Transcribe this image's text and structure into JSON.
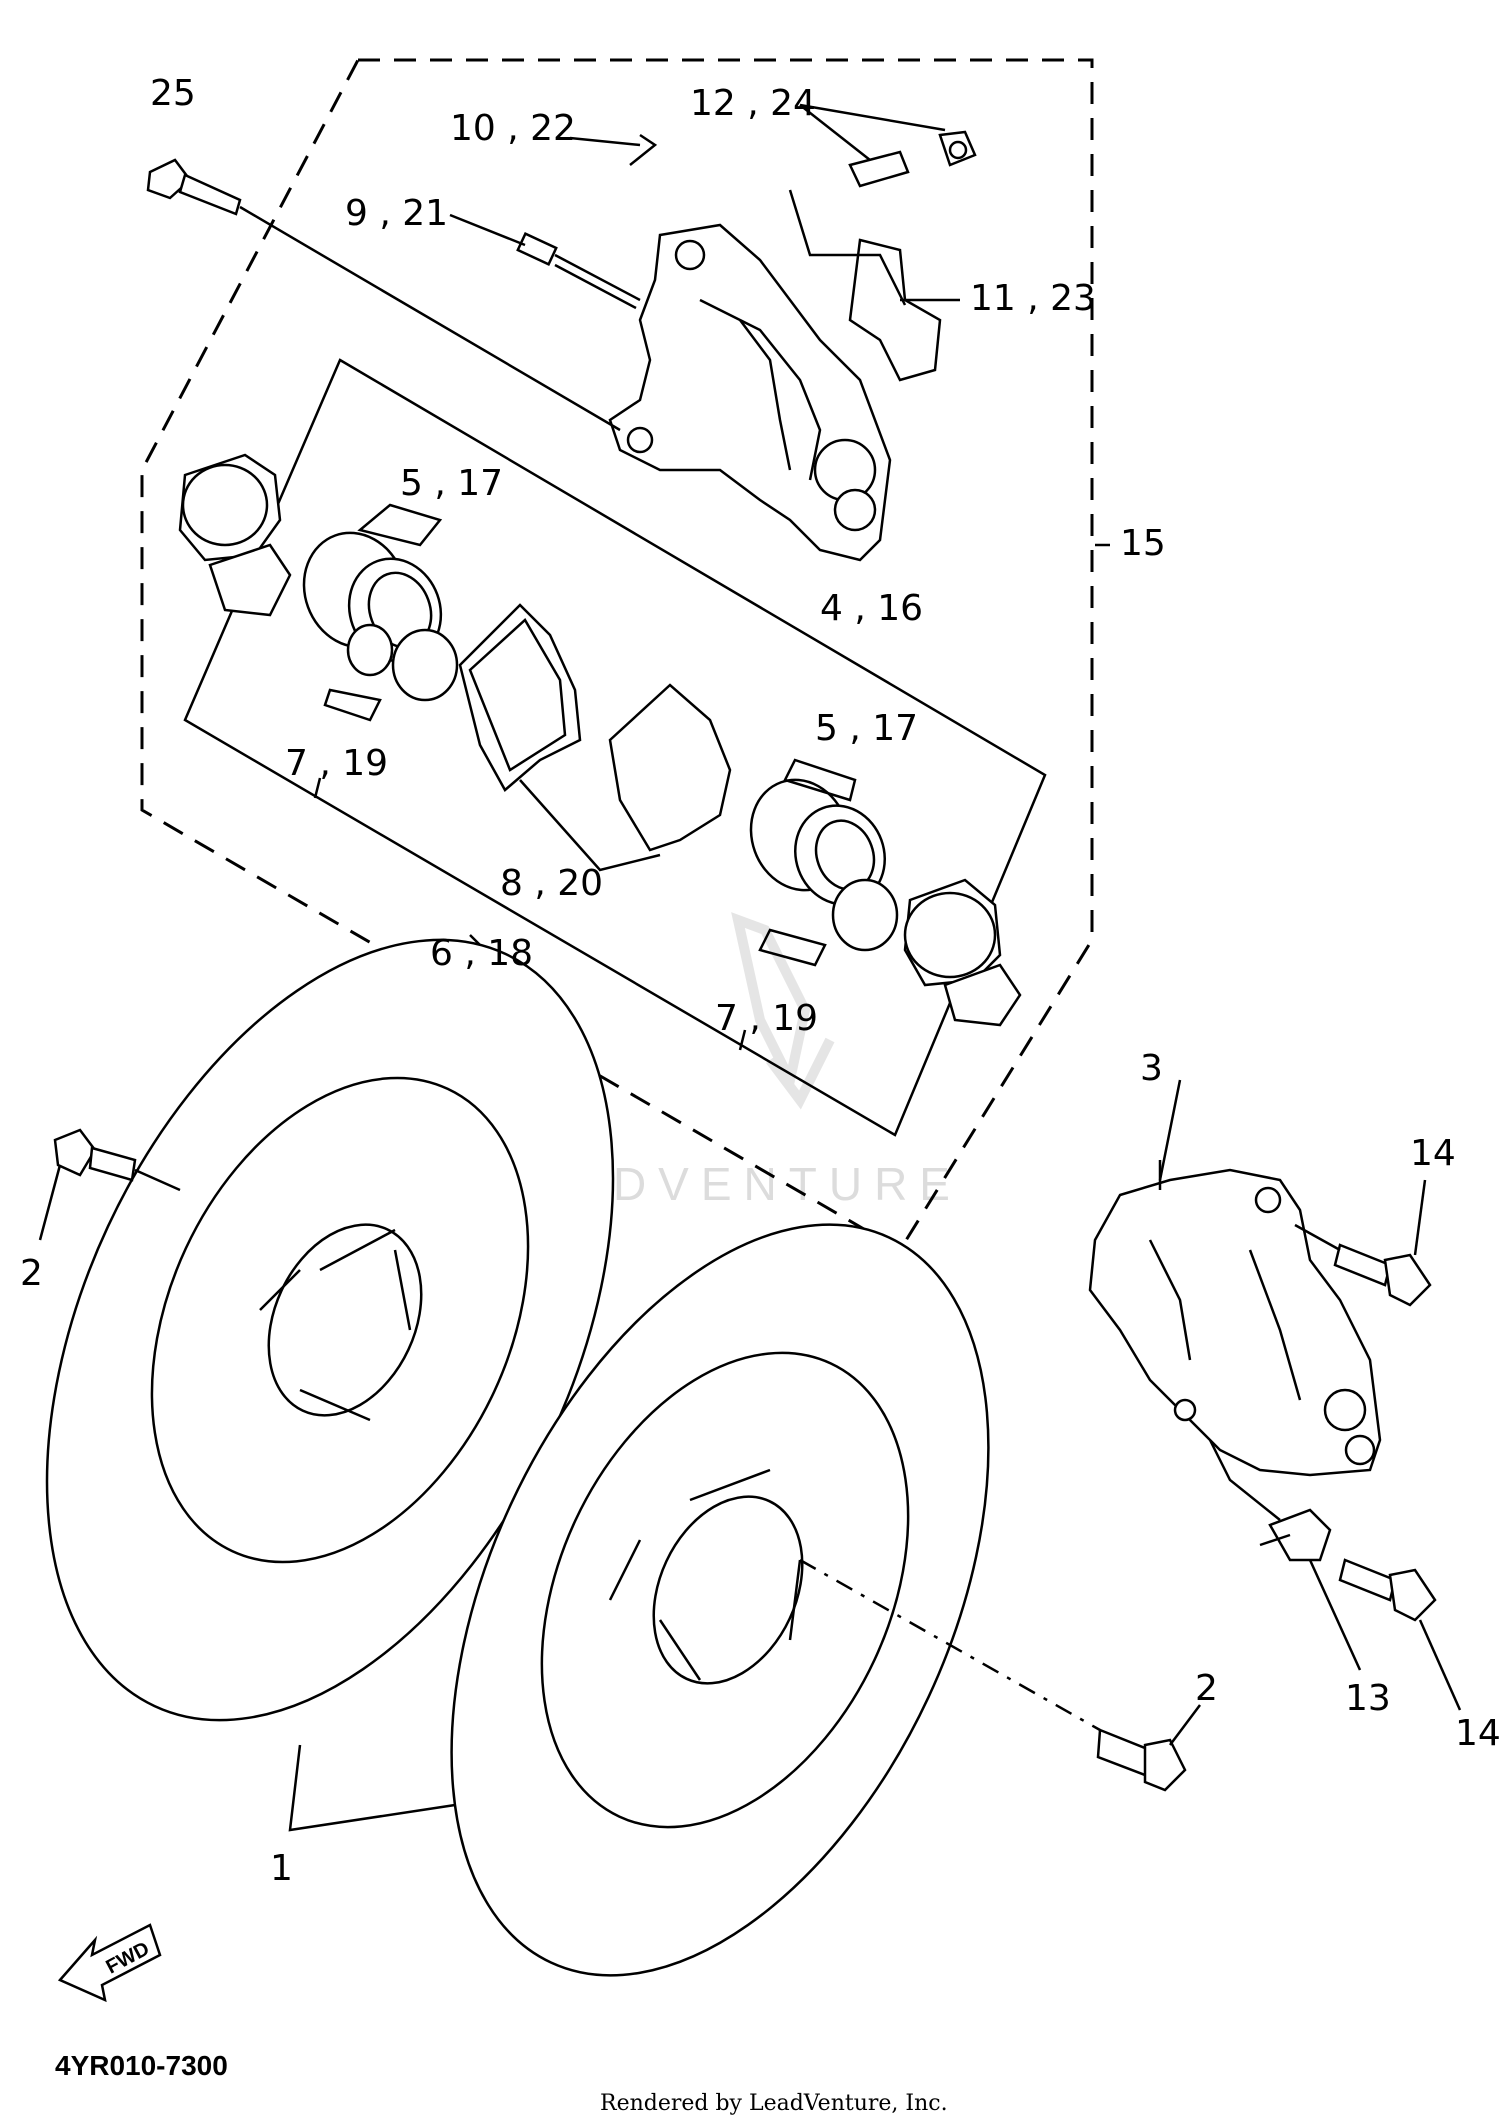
{
  "callouts": [
    {
      "id": "c25",
      "text": "25"
    },
    {
      "id": "c1022",
      "text": "10 , 22"
    },
    {
      "id": "c1224",
      "text": "12 , 24"
    },
    {
      "id": "c921",
      "text": "9 , 21"
    },
    {
      "id": "c1123",
      "text": "11 , 23"
    },
    {
      "id": "c517a",
      "text": "5 , 17"
    },
    {
      "id": "c15",
      "text": "15"
    },
    {
      "id": "c416",
      "text": "4 , 16"
    },
    {
      "id": "c517b",
      "text": "5 , 17"
    },
    {
      "id": "c719a",
      "text": "7 , 19"
    },
    {
      "id": "c820",
      "text": "8 , 20"
    },
    {
      "id": "c618",
      "text": "6 , 18"
    },
    {
      "id": "c719b",
      "text": "7 , 19"
    },
    {
      "id": "c3",
      "text": "3"
    },
    {
      "id": "c14a",
      "text": "14"
    },
    {
      "id": "c2a",
      "text": "2"
    },
    {
      "id": "c2b",
      "text": "2"
    },
    {
      "id": "c13",
      "text": "13"
    },
    {
      "id": "c14b",
      "text": "14"
    },
    {
      "id": "c1",
      "text": "1"
    }
  ],
  "watermark": "LEADVENTURE",
  "fwd_label": "FWD",
  "diagram_code": "4YR010-7300",
  "credit": "Rendered by LeadVenture, Inc."
}
